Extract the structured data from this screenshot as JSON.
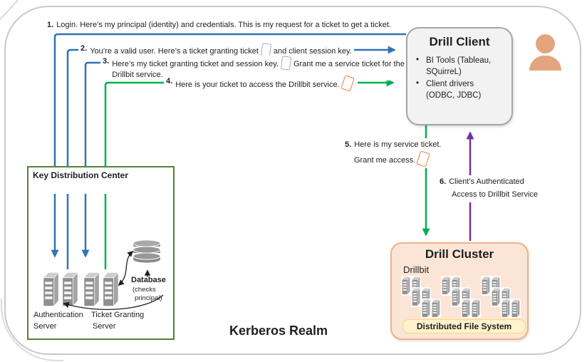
{
  "realm_label": "Kerberos Realm",
  "colors": {
    "arrow_blue": "#2E75B6",
    "arrow_green": "#00B050",
    "arrow_purple": "#7030A0",
    "kdc_border_green": "#538135",
    "client_fill": "#F2F2F2",
    "client_border": "#A6A6A6",
    "cluster_fill": "#FBE5D6",
    "cluster_border": "#F4B183",
    "dfs_fill": "#FFF2CC",
    "dfs_border": "#FFD966",
    "person": "#E2A57E",
    "ticket_blue": "#8FAADC",
    "ticket_orange": "#ED7D31"
  },
  "steps": {
    "s1": {
      "num": "1.",
      "text": "Login.  Here’s my principal (identity) and credentials. This is my request for a ticket to get a ticket."
    },
    "s2": {
      "num": "2.",
      "before": "You’re a valid user. Here’s a ticket granting ticket",
      "after": "and client session key."
    },
    "s3": {
      "num": "3.",
      "before": "Here’s my ticket granting ticket and session key.",
      "after": "Grant me a service ticket for the Drillbit service."
    },
    "s4": {
      "num": "4.",
      "text": "Here is your ticket to access the Drillbit service."
    },
    "s5": {
      "num": "5.",
      "line1": "Here is my service ticket.",
      "line2": "Grant me access."
    },
    "s6": {
      "num": "6.",
      "line1": "Client’s Authenticated",
      "line2": "Access to Drillbit Service"
    }
  },
  "drill_client": {
    "title": "Drill Client",
    "bullets": [
      "BI Tools (Tableau, SQuirreL)",
      "Client drivers (ODBC, JDBC)"
    ]
  },
  "drill_cluster": {
    "title": "Drill Cluster",
    "subtitle": "Drillbit",
    "dfs_label": "Distributed File System"
  },
  "kdc": {
    "title": "Key Distribution Center",
    "auth_server_line1": "Authentication",
    "auth_server_line2": "Server",
    "tgs_line1": "Ticket Granting",
    "tgs_line2": "Server",
    "database_label": "Database",
    "database_note1": "(checks",
    "database_note2": "principal)"
  }
}
